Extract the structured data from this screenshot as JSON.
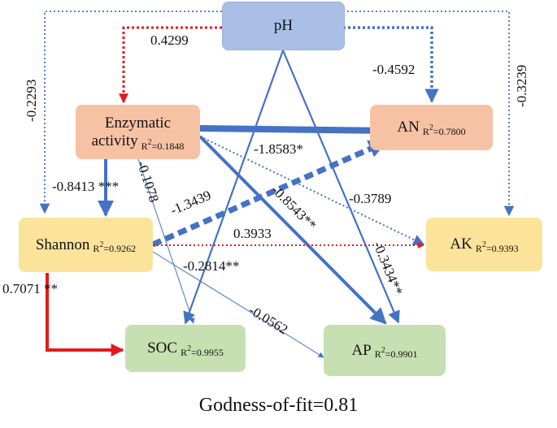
{
  "nodes": {
    "ph": {
      "label": "pH"
    },
    "enzymatic": {
      "line1": "Enzymatic",
      "line2": "activity",
      "r2_prefix": "R",
      "r2_sup": "2",
      "r2_value": "=0.1848"
    },
    "an": {
      "label": "AN",
      "r2_prefix": "R",
      "r2_sup": "2",
      "r2_value": "=0.7800"
    },
    "shannon": {
      "label": "Shannon",
      "r2_prefix": "R",
      "r2_sup": "2",
      "r2_value": "=0.9262"
    },
    "ak": {
      "label": "AK",
      "r2_prefix": "R",
      "r2_sup": "2",
      "r2_value": "=0.9393"
    },
    "soc": {
      "label": "SOC",
      "r2_prefix": "R",
      "r2_sup": "2",
      "r2_value": "=0.9955"
    },
    "ap": {
      "label": "AP",
      "r2_prefix": "R",
      "r2_sup": "2",
      "r2_value": "=0.9901"
    }
  },
  "paths": [
    {
      "from": "pH",
      "to": "Enzymatic activity",
      "coef": "0.4299",
      "sign": "positive",
      "style": "dotted"
    },
    {
      "from": "pH",
      "to": "AN",
      "coef": "-0.4592",
      "sign": "negative",
      "style": "dotted"
    },
    {
      "from": "pH",
      "to": "AK",
      "coef": "-0.3239",
      "sign": "negative",
      "style": "dotted"
    },
    {
      "from": "pH",
      "to": "Shannon",
      "coef": "-0.2293",
      "sign": "negative",
      "style": "dotted"
    },
    {
      "from": "pH",
      "to": "SOC",
      "coef": "-0.2814**",
      "sign": "negative",
      "style": "solid"
    },
    {
      "from": "pH",
      "to": "AP",
      "coef": "-0.3434**",
      "sign": "negative",
      "style": "solid"
    },
    {
      "from": "Enzymatic activity",
      "to": "AN",
      "coef": "-1.8583*",
      "sign": "negative",
      "style": "solid"
    },
    {
      "from": "Enzymatic activity",
      "to": "AP",
      "coef": "-0.8543**",
      "sign": "negative",
      "style": "solid"
    },
    {
      "from": "Enzymatic activity",
      "to": "AK",
      "coef": "-0.3789",
      "sign": "negative",
      "style": "dotted"
    },
    {
      "from": "Enzymatic activity",
      "to": "SOC",
      "coef": "-0.1078",
      "sign": "negative",
      "style": "solid"
    },
    {
      "from": "Enzymatic activity",
      "to": "Shannon",
      "coef": "-0.8413 ***",
      "sign": "negative",
      "style": "solid"
    },
    {
      "from": "Shannon",
      "to": "AN",
      "coef": "-1.3439",
      "sign": "negative",
      "style": "dotted"
    },
    {
      "from": "Shannon",
      "to": "AK",
      "coef": "0.3933",
      "sign": "positive",
      "style": "dotted"
    },
    {
      "from": "Shannon",
      "to": "AP",
      "coef": "-0.0562",
      "sign": "negative",
      "style": "solid"
    },
    {
      "from": "Shannon",
      "to": "SOC",
      "coef": "0.7071 **",
      "sign": "positive",
      "style": "solid"
    }
  ],
  "colors": {
    "positive": "#e31a1c",
    "negative": "#4472c4"
  },
  "footer": {
    "text": "Godness-of-fit=0.81"
  }
}
